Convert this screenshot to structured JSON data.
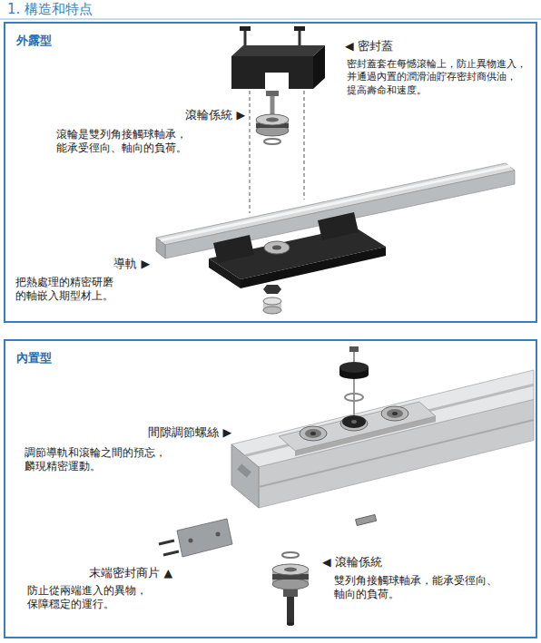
{
  "diagram": {
    "title": "1. 構造和特点",
    "nodes": [
      {
        "text": [
          "外露型"
        ]
      },
      {
        "text": [
          "內置型"
        ]
      }
    ],
    "labels": [
      "◀ 密封蓋",
      "密封蓋套在每憾滾輪上，防止異物進入， 并通過內置的潤滑油貯存密封商供油， 提高壽命和速度。",
      "滾輪係統 ▶",
      "滾輪是雙列角接觸球軸承， 能承受徑向、軸向的負荷。",
      "導軌 ▶",
      "把熱處理的精密研磨 的軸嵌入期型材上。",
      "間隙調節螺絲 ▶",
      "調節導軌和滾輪之間的預忘， 麟現精密運動。",
      "末端密封商片 ▲",
      "防止從兩端進入的異物， 保障穩定的運行。",
      "◀ 滾輪係統",
      "雙列角接觸球軸承，能承受徑向、 軸向的負荷。"
    ]
  }
}
